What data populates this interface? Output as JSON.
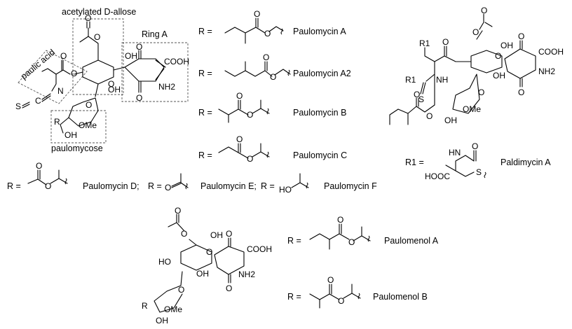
{
  "top_left_structure": {
    "box_labels": {
      "sugar": "acetylated D-allose",
      "acid": "paulic acid",
      "ring": "Ring A",
      "pyranose": "paulomycose"
    },
    "atoms": {
      "cooh": "COOH",
      "nh2": "NH2",
      "oh": "OH",
      "o": "O",
      "n": "N",
      "s": "S",
      "c": "C",
      "r": "R",
      "ome": "OMe"
    }
  },
  "r_group_series": {
    "r_eq": "R =",
    "compounds": [
      "Paulomycin A",
      "Paulomycin A2",
      "Paulomycin B",
      "Paulomycin C",
      "Paulomycin D;",
      "Paulomycin E;",
      "Paulomycin F"
    ]
  },
  "paldimycin": {
    "name": "Paldimycin A",
    "r1_eq": "R1 =",
    "atoms": {
      "r1": "R1",
      "nh": "NH",
      "hooc": "HOOC",
      "hn": "HN",
      "s": "S",
      "cooh": "COOH",
      "nh2": "NH2",
      "oh": "OH",
      "ome": "OMe",
      "o": "O"
    }
  },
  "paulomenol": {
    "r_eq": "R =",
    "compounds": [
      "Paulomenol A",
      "Paulomenol B"
    ],
    "atoms": {
      "cooh": "COOH",
      "nh2": "NH2",
      "ho": "HO",
      "oh": "OH",
      "ome": "OMe",
      "r": "R",
      "o": "O"
    }
  }
}
